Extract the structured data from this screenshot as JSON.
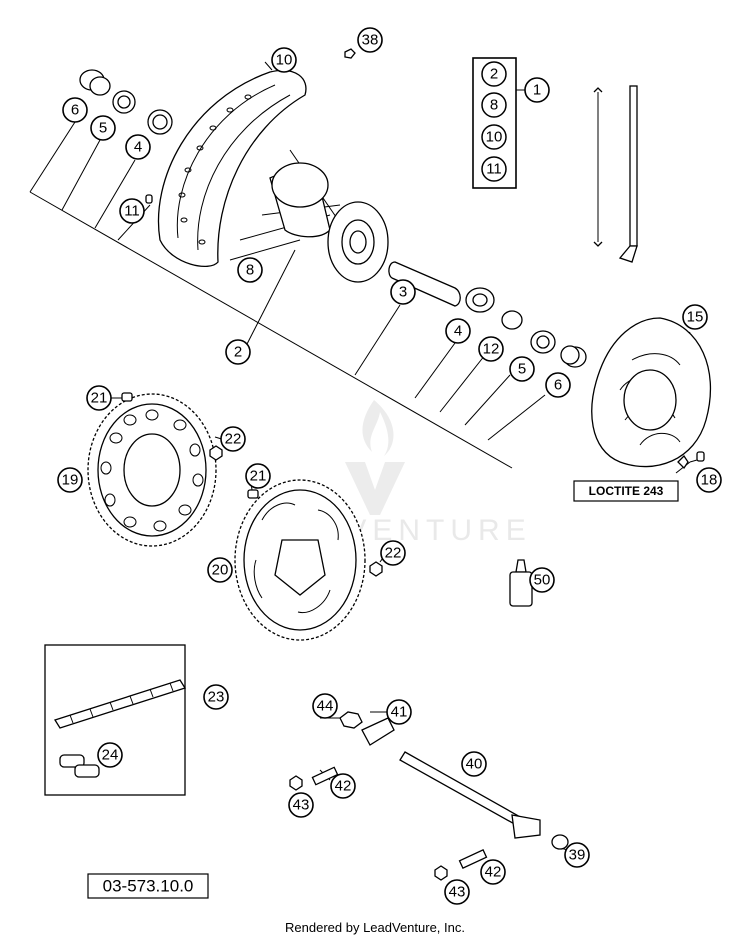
{
  "drawing_number": "03-573.10.0",
  "footer": "Rendered by LeadVenture, Inc.",
  "watermark": "LEADVENTURE",
  "loctite_label": "LOCTITE 243",
  "kit_group": {
    "callout": "1",
    "items": [
      "2",
      "8",
      "10",
      "11"
    ]
  },
  "callouts": {
    "c38": "38",
    "c10": "10",
    "c6a": "6",
    "c5a": "5",
    "c4a": "4",
    "c11": "11",
    "c8": "8",
    "c2": "2",
    "c3": "3",
    "c4b": "4",
    "c12": "12",
    "c5b": "5",
    "c6b": "6",
    "c15": "15",
    "c18": "18",
    "c21a": "21",
    "c22a": "22",
    "c19": "19",
    "c21b": "21",
    "c22b": "22",
    "c20": "20",
    "c50": "50",
    "c23": "23",
    "c24": "24",
    "c44": "44",
    "c41": "41",
    "c40": "40",
    "c42a": "42",
    "c43a": "43",
    "c39": "39",
    "c42b": "42",
    "c43b": "43"
  }
}
